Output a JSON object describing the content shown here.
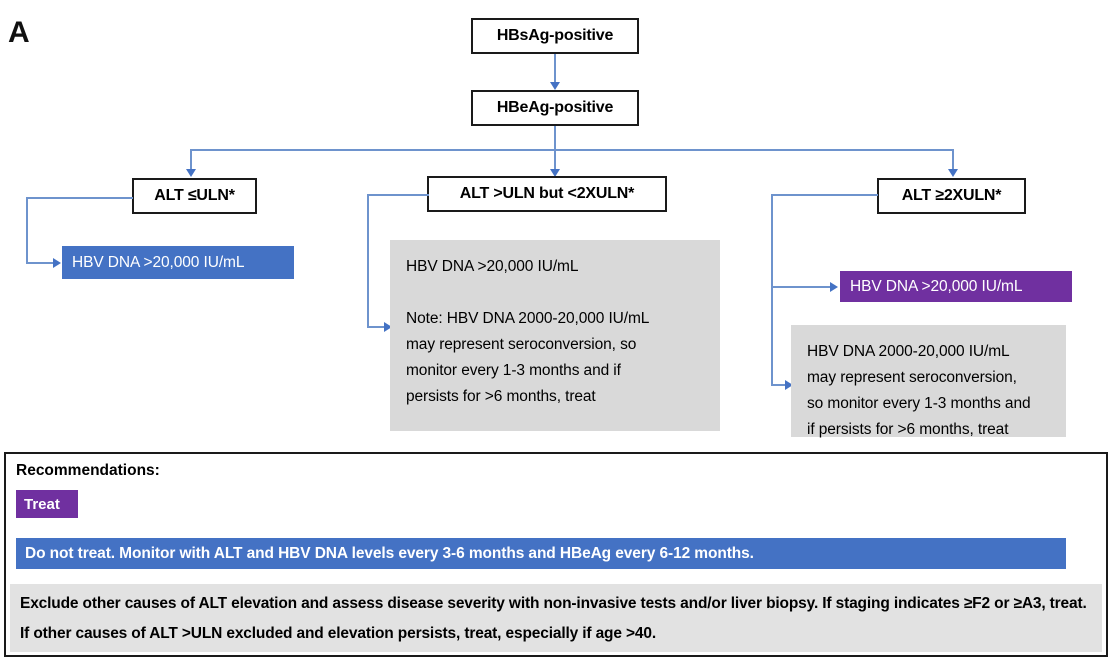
{
  "figure": {
    "panel_label": "A"
  },
  "colors": {
    "treat_purple": "#7030A0",
    "do_not_treat_blue": "#4472C4",
    "note_gray": "#d9d9d9",
    "connector_blue": "#6E93CD"
  },
  "nodes": {
    "hbsag": "HBsAg-positive",
    "hbeag": "HBeAg-positive",
    "alt_low": "ALT ≤ULN*",
    "alt_mid": "ALT >ULN but <2XULN*",
    "alt_high": "ALT ≥2XULN*",
    "left_result": "HBV DNA >20,000 IU/mL",
    "mid_note": "HBV DNA >20,000 IU/mL\n\nNote: HBV DNA 2000-20,000 IU/mL\nmay represent seroconversion, so\nmonitor every 1-3 months and if\npersists for >6 months, treat",
    "right_result": "HBV DNA >20,000 IU/mL",
    "right_note": "HBV DNA 2000-20,000 IU/mL\nmay represent seroconversion,\nso monitor every 1-3 months and\nif persists for >6 months, treat"
  },
  "recommendations": {
    "title": "Recommendations:",
    "treat_label": "Treat",
    "do_not_treat": "Do not treat. Monitor with ALT and HBV DNA levels every 3-6 months and HBeAg every 6-12 months.",
    "footnote": "Exclude other causes of ALT elevation and assess disease severity with non-invasive tests and/or liver biopsy. If staging indicates ≥F2 or ≥A3, treat. If other causes of ALT >ULN excluded and elevation persists, treat, especially if age >40."
  }
}
